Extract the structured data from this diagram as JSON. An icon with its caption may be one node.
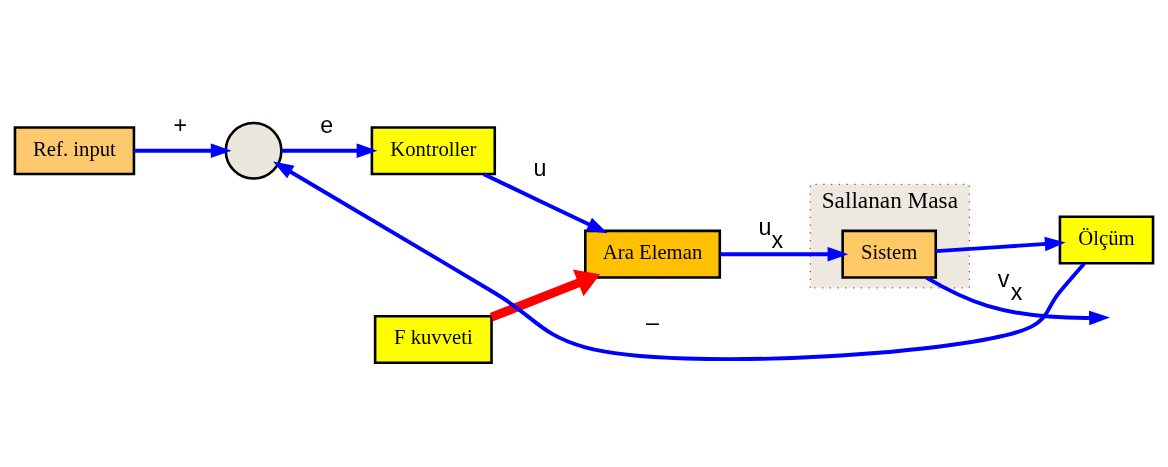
{
  "diagram": {
    "nodes": [
      {
        "text": [
          "Ref. input"
        ]
      },
      {
        "text": [],
        "shape": "circle"
      },
      {
        "text": [
          "Kontroller"
        ]
      },
      {
        "text": [
          "F kuvveti"
        ]
      },
      {
        "text": [
          "Ara Eleman"
        ]
      },
      {
        "text": [
          "Sallanan Masa"
        ]
      },
      {
        "text": [
          "Sistem"
        ],
        "in": 5
      },
      {
        "text": [
          "Ölçüm"
        ]
      }
    ],
    "edges": [
      {
        "from": 0,
        "to": 1,
        "arrow": "to",
        "label": "+"
      },
      {
        "from": 1,
        "to": 2,
        "arrow": "to",
        "label": "e"
      },
      {
        "from": 2,
        "to": 4,
        "arrow": "to",
        "label": "u"
      },
      {
        "from": 3,
        "to": 4,
        "arrow": "to",
        "style": "thick",
        "color": "#ff0000"
      },
      {
        "from": 4,
        "to": 6,
        "arrow": "to",
        "label": "u$_{x}$"
      },
      {
        "from": 6,
        "to": null,
        "arrow": "to",
        "label": "v$_{x}$"
      },
      {
        "from": 6,
        "to": 7,
        "arrow": "to"
      },
      {
        "from": 7,
        "to": 1,
        "arrow": "to",
        "label": "–"
      }
    ]
  }
}
